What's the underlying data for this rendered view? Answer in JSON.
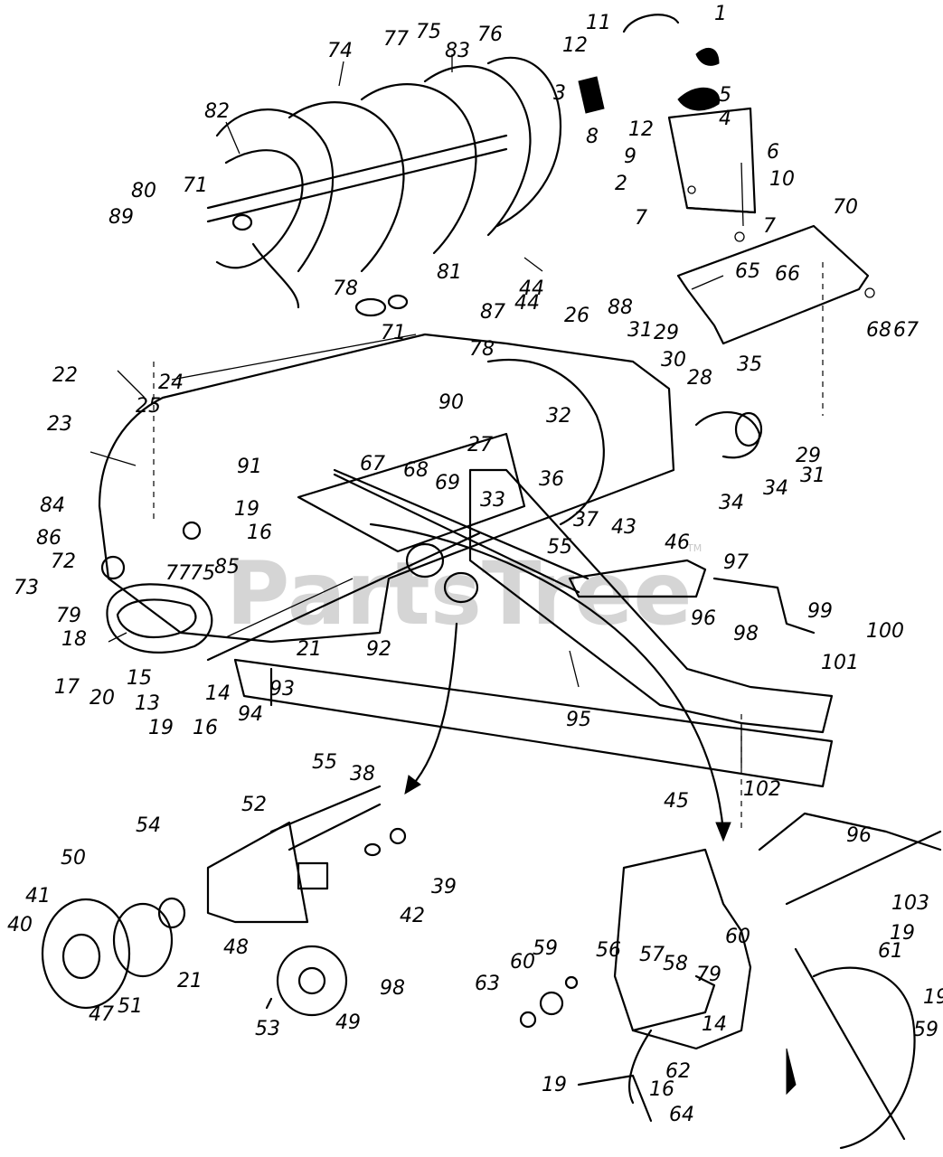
{
  "watermark": {
    "text": "PartsTree",
    "trademark": "TM"
  },
  "callouts": [
    "1",
    "3",
    "11",
    "12",
    "12",
    "8",
    "5",
    "4",
    "9",
    "2",
    "6",
    "10",
    "7",
    "7",
    "70",
    "65",
    "66",
    "68",
    "67",
    "74",
    "77",
    "75",
    "83",
    "76",
    "82",
    "80",
    "71",
    "89",
    "81",
    "78",
    "44",
    "87",
    "44",
    "26",
    "88",
    "78",
    "71",
    "31",
    "29",
    "30",
    "28",
    "35",
    "22",
    "24",
    "25",
    "23",
    "90",
    "32",
    "27",
    "36",
    "33",
    "37",
    "43",
    "46",
    "34",
    "29",
    "31",
    "34",
    "91",
    "67",
    "68",
    "69",
    "19",
    "16",
    "55",
    "84",
    "86",
    "72",
    "73",
    "79",
    "77",
    "75",
    "85",
    "97",
    "96",
    "99",
    "100",
    "98",
    "101",
    "18",
    "17",
    "20",
    "15",
    "13",
    "19",
    "16",
    "14",
    "21",
    "92",
    "94",
    "93",
    "95",
    "102",
    "45",
    "55",
    "38",
    "52",
    "54",
    "50",
    "41",
    "40",
    "47",
    "51",
    "21",
    "48",
    "42",
    "39",
    "53",
    "49",
    "98",
    "96",
    "103",
    "19",
    "61",
    "60",
    "63",
    "60",
    "59",
    "56",
    "57",
    "58",
    "79",
    "19",
    "59",
    "14",
    "62",
    "19",
    "16",
    "64"
  ]
}
